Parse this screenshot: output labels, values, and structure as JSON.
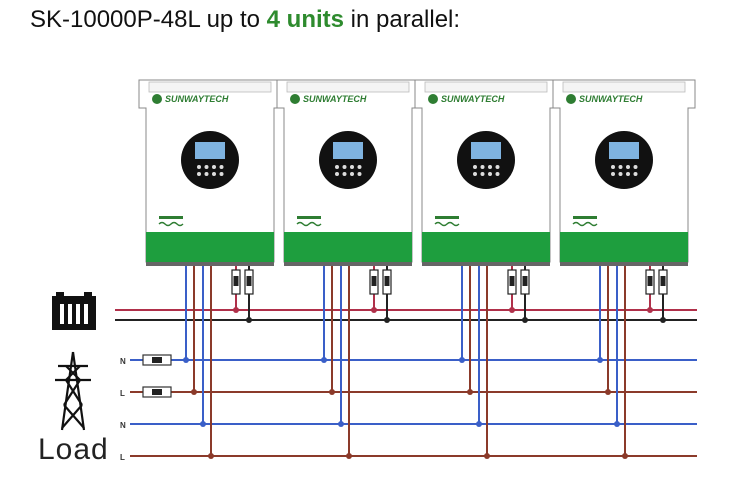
{
  "headline": {
    "model": "SK-10000P-48L",
    "middle": "up to",
    "count": "4 units",
    "suffix": "in parallel:"
  },
  "brand": "SUNWAYTECH",
  "units": [
    {
      "id": "unit-1"
    },
    {
      "id": "unit-2"
    },
    {
      "id": "unit-3"
    },
    {
      "id": "unit-4"
    }
  ],
  "labels": {
    "neutral_input": "N",
    "live_input": "L",
    "neutral_output": "N",
    "live_output": "L",
    "load": "Load"
  },
  "colors": {
    "accent_green": "#2e8b2e",
    "inverter_band": "#1e9e3e",
    "wire_red": "#b0304a",
    "wire_black": "#222222",
    "wire_blue": "#3a5fc8",
    "wire_brown": "#8b3a2a"
  },
  "icons": {
    "battery": "battery-icon",
    "grid": "grid-tower-icon"
  }
}
